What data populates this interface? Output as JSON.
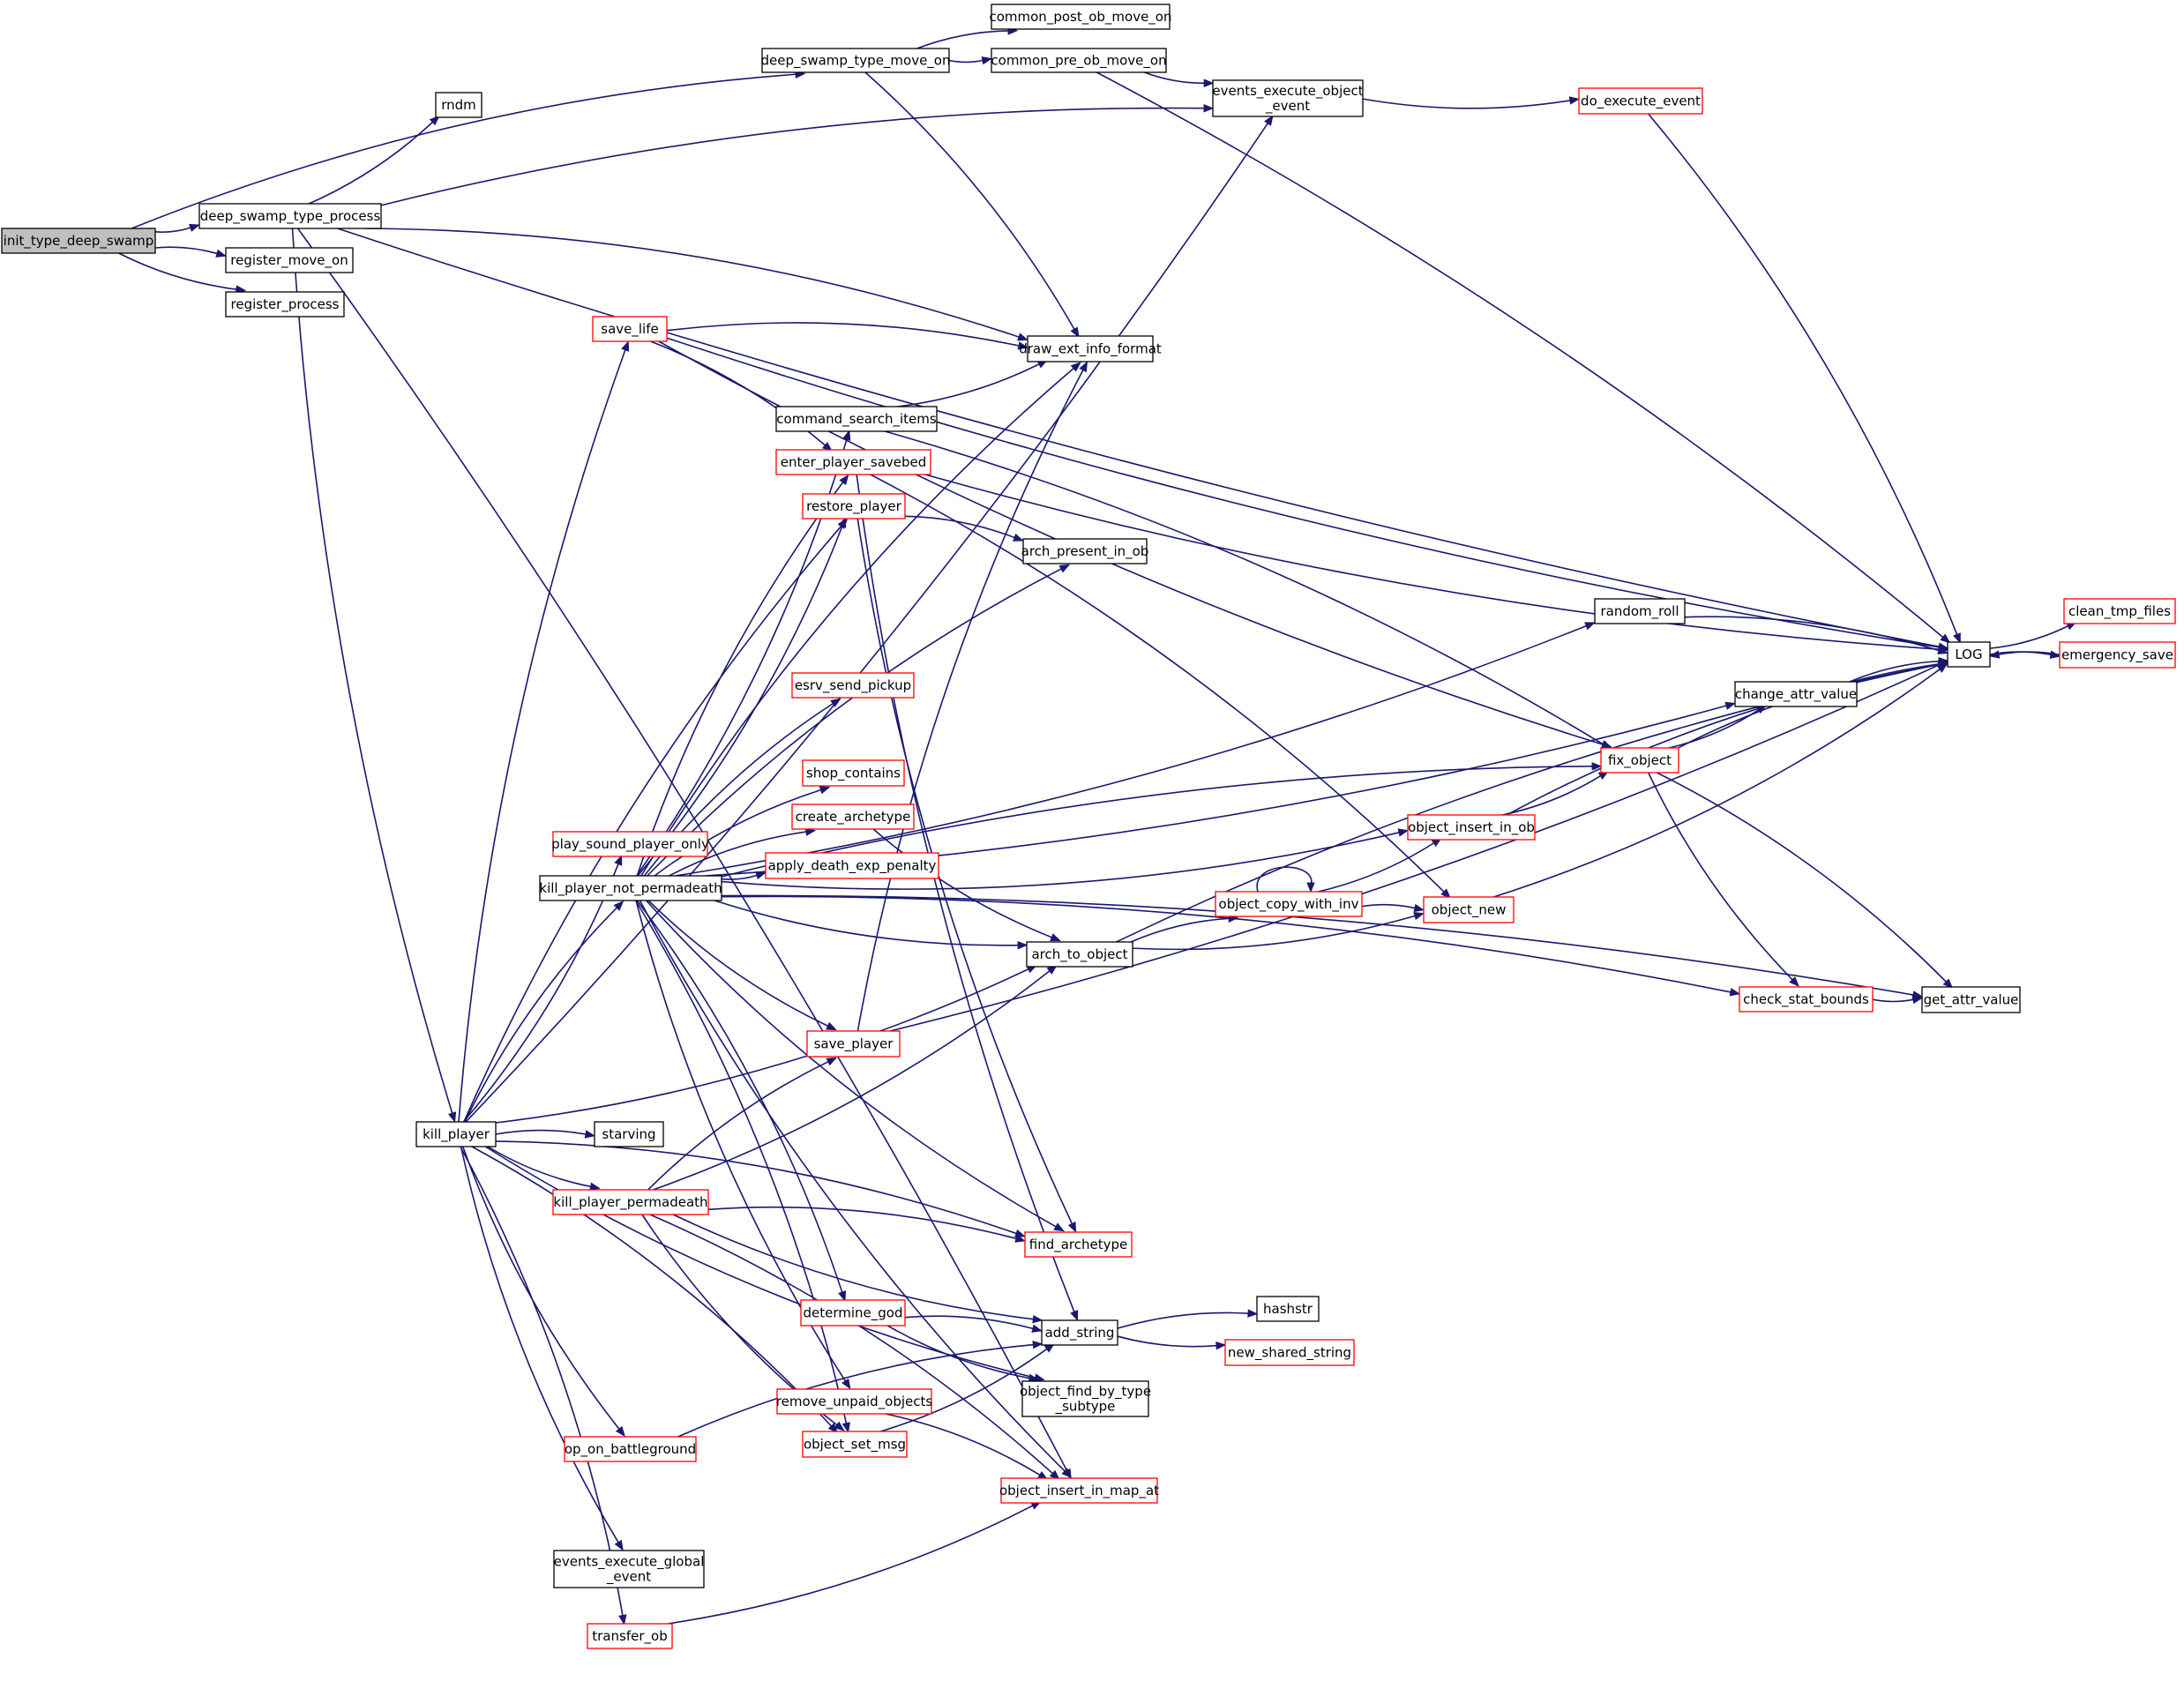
{
  "diagram": {
    "colors": {
      "edge": "#191970",
      "root_fill": "#bfbfbf",
      "red_border": "#ff0000",
      "black_border": "#000000"
    },
    "nodes": [
      {
        "id": "init_type_deep_swamp",
        "label": [
          "init_type_deep_swamp"
        ],
        "style": "root"
      },
      {
        "id": "deep_swamp_type_move_on",
        "label": [
          "deep_swamp_type_move_on"
        ],
        "style": "black"
      },
      {
        "id": "deep_swamp_type_process",
        "label": [
          "deep_swamp_type_process"
        ],
        "style": "black"
      },
      {
        "id": "register_move_on",
        "label": [
          "register_move_on"
        ],
        "style": "black"
      },
      {
        "id": "register_process",
        "label": [
          "register_process"
        ],
        "style": "black"
      },
      {
        "id": "common_post_ob_move_on",
        "label": [
          "common_post_ob_move_on"
        ],
        "style": "black"
      },
      {
        "id": "common_pre_ob_move_on",
        "label": [
          "common_pre_ob_move_on"
        ],
        "style": "black"
      },
      {
        "id": "events_execute_object_event",
        "label": [
          "events_execute_object",
          "_event"
        ],
        "style": "black"
      },
      {
        "id": "do_execute_event",
        "label": [
          "do_execute_event"
        ],
        "style": "red"
      },
      {
        "id": "rndm",
        "label": [
          "rndm"
        ],
        "style": "black"
      },
      {
        "id": "save_life",
        "label": [
          "save_life"
        ],
        "style": "red"
      },
      {
        "id": "draw_ext_info_format",
        "label": [
          "draw_ext_info_format"
        ],
        "style": "black"
      },
      {
        "id": "command_search_items",
        "label": [
          "command_search_items"
        ],
        "style": "black"
      },
      {
        "id": "enter_player_savebed",
        "label": [
          "enter_player_savebed"
        ],
        "style": "red"
      },
      {
        "id": "restore_player",
        "label": [
          "restore_player"
        ],
        "style": "red"
      },
      {
        "id": "arch_present_in_ob",
        "label": [
          "arch_present_in_ob"
        ],
        "style": "black"
      },
      {
        "id": "random_roll",
        "label": [
          "random_roll"
        ],
        "style": "black"
      },
      {
        "id": "LOG",
        "label": [
          "LOG"
        ],
        "style": "black"
      },
      {
        "id": "clean_tmp_files",
        "label": [
          "clean_tmp_files"
        ],
        "style": "red"
      },
      {
        "id": "emergency_save",
        "label": [
          "emergency_save"
        ],
        "style": "red"
      },
      {
        "id": "esrv_send_pickup",
        "label": [
          "esrv_send_pickup"
        ],
        "style": "red"
      },
      {
        "id": "change_attr_value",
        "label": [
          "change_attr_value"
        ],
        "style": "black"
      },
      {
        "id": "shop_contains",
        "label": [
          "shop_contains"
        ],
        "style": "red"
      },
      {
        "id": "fix_object",
        "label": [
          "fix_object"
        ],
        "style": "red"
      },
      {
        "id": "create_archetype",
        "label": [
          "create_archetype"
        ],
        "style": "red"
      },
      {
        "id": "object_insert_in_ob",
        "label": [
          "object_insert_in_ob"
        ],
        "style": "red"
      },
      {
        "id": "play_sound_player_only",
        "label": [
          "play_sound_player_only"
        ],
        "style": "red"
      },
      {
        "id": "apply_death_exp_penalty",
        "label": [
          "apply_death_exp_penalty"
        ],
        "style": "red"
      },
      {
        "id": "kill_player_not_permadeath",
        "label": [
          "kill_player_not_permadeath"
        ],
        "style": "black"
      },
      {
        "id": "object_copy_with_inv",
        "label": [
          "object_copy_with_inv"
        ],
        "style": "red"
      },
      {
        "id": "object_new",
        "label": [
          "object_new"
        ],
        "style": "red"
      },
      {
        "id": "arch_to_object",
        "label": [
          "arch_to_object"
        ],
        "style": "black"
      },
      {
        "id": "check_stat_bounds",
        "label": [
          "check_stat_bounds"
        ],
        "style": "red"
      },
      {
        "id": "get_attr_value",
        "label": [
          "get_attr_value"
        ],
        "style": "black"
      },
      {
        "id": "save_player",
        "label": [
          "save_player"
        ],
        "style": "red"
      },
      {
        "id": "kill_player",
        "label": [
          "kill_player"
        ],
        "style": "black"
      },
      {
        "id": "starving",
        "label": [
          "starving"
        ],
        "style": "black"
      },
      {
        "id": "kill_player_permadeath",
        "label": [
          "kill_player_permadeath"
        ],
        "style": "red"
      },
      {
        "id": "find_archetype",
        "label": [
          "find_archetype"
        ],
        "style": "red"
      },
      {
        "id": "hashstr",
        "label": [
          "hashstr"
        ],
        "style": "black"
      },
      {
        "id": "determine_god",
        "label": [
          "determine_god"
        ],
        "style": "red"
      },
      {
        "id": "add_string",
        "label": [
          "add_string"
        ],
        "style": "black"
      },
      {
        "id": "new_shared_string",
        "label": [
          "new_shared_string"
        ],
        "style": "red"
      },
      {
        "id": "object_find_by_type_subtype",
        "label": [
          "object_find_by_type",
          "_subtype"
        ],
        "style": "black"
      },
      {
        "id": "remove_unpaid_objects",
        "label": [
          "remove_unpaid_objects"
        ],
        "style": "red"
      },
      {
        "id": "op_on_battleground",
        "label": [
          "op_on_battleground"
        ],
        "style": "red"
      },
      {
        "id": "object_set_msg",
        "label": [
          "object_set_msg"
        ],
        "style": "red"
      },
      {
        "id": "object_insert_in_map_at",
        "label": [
          "object_insert_in_map_at"
        ],
        "style": "red"
      },
      {
        "id": "events_execute_global_event",
        "label": [
          "events_execute_global",
          "_event"
        ],
        "style": "black"
      },
      {
        "id": "transfer_ob",
        "label": [
          "transfer_ob"
        ],
        "style": "red"
      }
    ],
    "edges": [
      [
        "init_type_deep_swamp",
        "deep_swamp_type_move_on"
      ],
      [
        "init_type_deep_swamp",
        "deep_swamp_type_process"
      ],
      [
        "init_type_deep_swamp",
        "register_move_on"
      ],
      [
        "init_type_deep_swamp",
        "register_process"
      ],
      [
        "deep_swamp_type_move_on",
        "common_post_ob_move_on"
      ],
      [
        "deep_swamp_type_move_on",
        "common_pre_ob_move_on"
      ],
      [
        "deep_swamp_type_move_on",
        "draw_ext_info_format"
      ],
      [
        "common_pre_ob_move_on",
        "events_execute_object_event"
      ],
      [
        "common_pre_ob_move_on",
        "LOG"
      ],
      [
        "events_execute_object_event",
        "do_execute_event"
      ],
      [
        "do_execute_event",
        "LOG"
      ],
      [
        "deep_swamp_type_process",
        "rndm"
      ],
      [
        "deep_swamp_type_process",
        "events_execute_object_event"
      ],
      [
        "deep_swamp_type_process",
        "LOG"
      ],
      [
        "deep_swamp_type_process",
        "draw_ext_info_format"
      ],
      [
        "deep_swamp_type_process",
        "kill_player"
      ],
      [
        "deep_swamp_type_process",
        "object_insert_in_map_at"
      ],
      [
        "save_life",
        "LOG"
      ],
      [
        "save_life",
        "draw_ext_info_format"
      ],
      [
        "save_life",
        "fix_object"
      ],
      [
        "save_life",
        "enter_player_savebed"
      ],
      [
        "command_search_items",
        "draw_ext_info_format"
      ],
      [
        "command_search_items",
        "fix_object"
      ],
      [
        "enter_player_savebed",
        "LOG"
      ],
      [
        "enter_player_savebed",
        "object_new"
      ],
      [
        "enter_player_savebed",
        "add_string"
      ],
      [
        "restore_player",
        "arch_present_in_ob"
      ],
      [
        "restore_player",
        "find_archetype"
      ],
      [
        "random_roll",
        "LOG"
      ],
      [
        "LOG",
        "clean_tmp_files"
      ],
      [
        "LOG",
        "emergency_save"
      ],
      [
        "emergency_save",
        "LOG"
      ],
      [
        "change_attr_value",
        "LOG"
      ],
      [
        "fix_object",
        "change_attr_value"
      ],
      [
        "fix_object",
        "LOG"
      ],
      [
        "fix_object",
        "check_stat_bounds"
      ],
      [
        "fix_object",
        "get_attr_value"
      ],
      [
        "object_insert_in_ob",
        "fix_object"
      ],
      [
        "object_insert_in_ob",
        "LOG"
      ],
      [
        "create_archetype",
        "arch_to_object"
      ],
      [
        "object_copy_with_inv",
        "object_copy_with_inv"
      ],
      [
        "object_copy_with_inv",
        "object_insert_in_ob"
      ],
      [
        "object_copy_with_inv",
        "object_new"
      ],
      [
        "object_new",
        "LOG"
      ],
      [
        "arch_to_object",
        "object_copy_with_inv"
      ],
      [
        "arch_to_object",
        "object_new"
      ],
      [
        "arch_to_object",
        "LOG"
      ],
      [
        "check_stat_bounds",
        "get_attr_value"
      ],
      [
        "save_player",
        "draw_ext_info_format"
      ],
      [
        "save_player",
        "LOG"
      ],
      [
        "kill_player_not_permadeath",
        "draw_ext_info_format"
      ],
      [
        "kill_player_not_permadeath",
        "command_search_items"
      ],
      [
        "kill_player_not_permadeath",
        "enter_player_savebed"
      ],
      [
        "kill_player_not_permadeath",
        "restore_player"
      ],
      [
        "kill_player_not_permadeath",
        "arch_present_in_ob"
      ],
      [
        "kill_player_not_permadeath",
        "random_roll"
      ],
      [
        "kill_player_not_permadeath",
        "esrv_send_pickup"
      ],
      [
        "kill_player_not_permadeath",
        "change_attr_value"
      ],
      [
        "kill_player_not_permadeath",
        "shop_contains"
      ],
      [
        "kill_player_not_permadeath",
        "object_insert_in_ob"
      ],
      [
        "kill_player_not_permadeath",
        "create_archetype"
      ],
      [
        "kill_player_not_permadeath",
        "apply_death_exp_penalty"
      ],
      [
        "kill_player_not_permadeath",
        "fix_object"
      ],
      [
        "kill_player_not_permadeath",
        "arch_to_object"
      ],
      [
        "kill_player_not_permadeath",
        "check_stat_bounds"
      ],
      [
        "kill_player_not_permadeath",
        "save_player"
      ],
      [
        "kill_player_not_permadeath",
        "get_attr_value"
      ],
      [
        "kill_player_not_permadeath",
        "find_archetype"
      ],
      [
        "kill_player_not_permadeath",
        "determine_god"
      ],
      [
        "kill_player_not_permadeath",
        "remove_unpaid_objects"
      ],
      [
        "kill_player_not_permadeath",
        "object_set_msg"
      ],
      [
        "kill_player_not_permadeath",
        "object_insert_in_map_at"
      ],
      [
        "kill_player",
        "save_life"
      ],
      [
        "kill_player",
        "events_execute_object_event"
      ],
      [
        "kill_player",
        "restore_player"
      ],
      [
        "kill_player",
        "play_sound_player_only"
      ],
      [
        "kill_player",
        "kill_player_not_permadeath"
      ],
      [
        "kill_player",
        "arch_to_object"
      ],
      [
        "kill_player",
        "starving"
      ],
      [
        "kill_player",
        "kill_player_permadeath"
      ],
      [
        "kill_player",
        "object_set_msg"
      ],
      [
        "kill_player",
        "op_on_battleground"
      ],
      [
        "kill_player",
        "find_archetype"
      ],
      [
        "kill_player",
        "events_execute_global_event"
      ],
      [
        "kill_player",
        "transfer_ob"
      ],
      [
        "kill_player",
        "object_find_by_type_subtype"
      ],
      [
        "kill_player_permadeath",
        "save_player"
      ],
      [
        "kill_player_permadeath",
        "arch_to_object"
      ],
      [
        "kill_player_permadeath",
        "find_archetype"
      ],
      [
        "kill_player_permadeath",
        "object_set_msg"
      ],
      [
        "kill_player_permadeath",
        "object_insert_in_map_at"
      ],
      [
        "kill_player_permadeath",
        "add_string"
      ],
      [
        "determine_god",
        "add_string"
      ],
      [
        "determine_god",
        "object_find_by_type_subtype"
      ],
      [
        "add_string",
        "hashstr"
      ],
      [
        "add_string",
        "new_shared_string"
      ],
      [
        "remove_unpaid_objects",
        "object_insert_in_map_at"
      ],
      [
        "object_set_msg",
        "add_string"
      ],
      [
        "op_on_battleground",
        "add_string"
      ],
      [
        "transfer_ob",
        "object_insert_in_map_at"
      ]
    ]
  }
}
